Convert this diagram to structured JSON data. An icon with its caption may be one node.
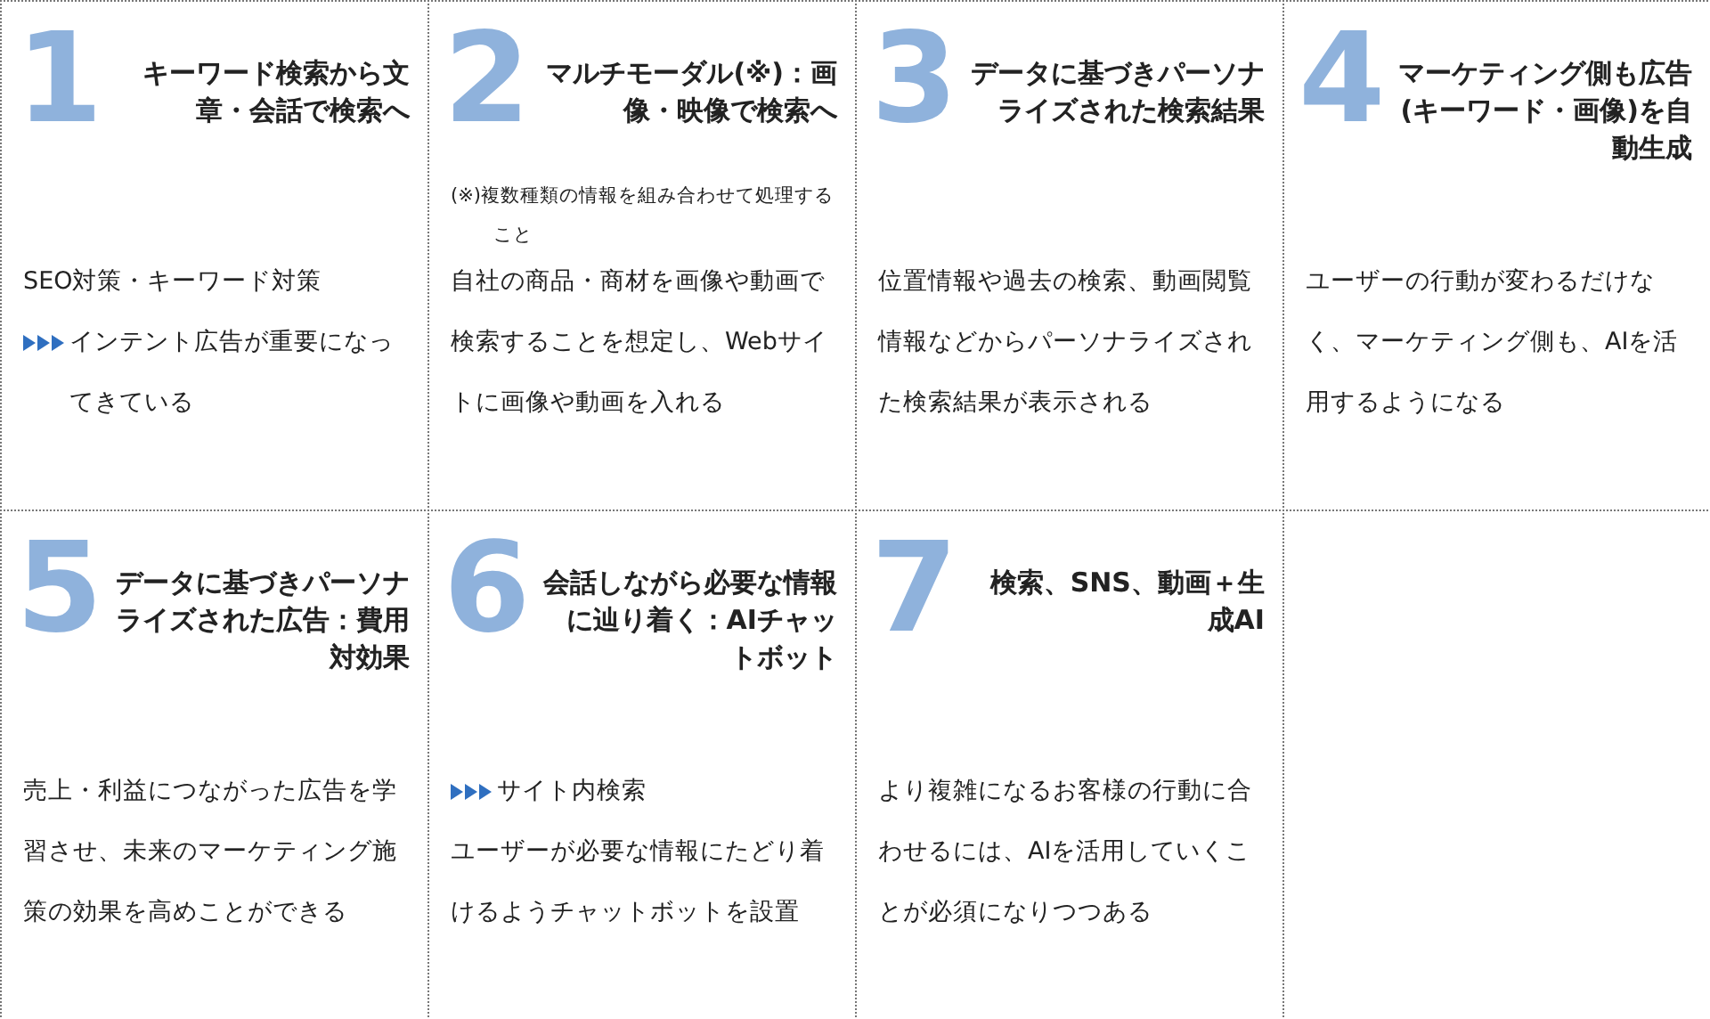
{
  "diagram": {
    "nodes": [
      {
        "text": [
          "1",
          "キーワード検索から文章・会話で検索へ",
          "SEO対策・キーワード対策",
          "インテント広告が重要になってきている"
        ]
      },
      {
        "text": [
          "2",
          "マルチモーダル(※)：画像・映像で検索へ",
          "(※)複数種類の情報を組み合わせて処理すること",
          "自社の商品・商材を画像や動画で検索することを想定し、Webサイトに画像や動画を入れる"
        ]
      },
      {
        "text": [
          "3",
          "データに基づきパーソナライズされた検索結果",
          "位置情報や過去の検索、動画閲覧情報などからパーソナライズされた検索結果が表示される"
        ]
      },
      {
        "text": [
          "4",
          "マーケティング側も広告(キーワード・画像)を自動生成",
          "ユーザーの行動が変わるだけなく、マーケティング側も、AIを活用するようになる"
        ]
      },
      {
        "text": [
          "5",
          "データに基づきパーソナライズされた広告：費用対効果",
          "売上・利益につながった広告を学習させ、未来のマーケティング施策の効果を高めことができる"
        ]
      },
      {
        "text": [
          "6",
          "会話しながら必要な情報に辿り着く：AIチャットボット",
          "サイト内検索",
          "ユーザーが必要な情報にたどり着けるようチャットボットを設置"
        ]
      },
      {
        "text": [
          "7",
          "検索、SNS、動画＋生成AI",
          "より複雑になるお客様の行動に合わせるには、AIを活用していくことが必須になりつつある"
        ]
      }
    ]
  }
}
